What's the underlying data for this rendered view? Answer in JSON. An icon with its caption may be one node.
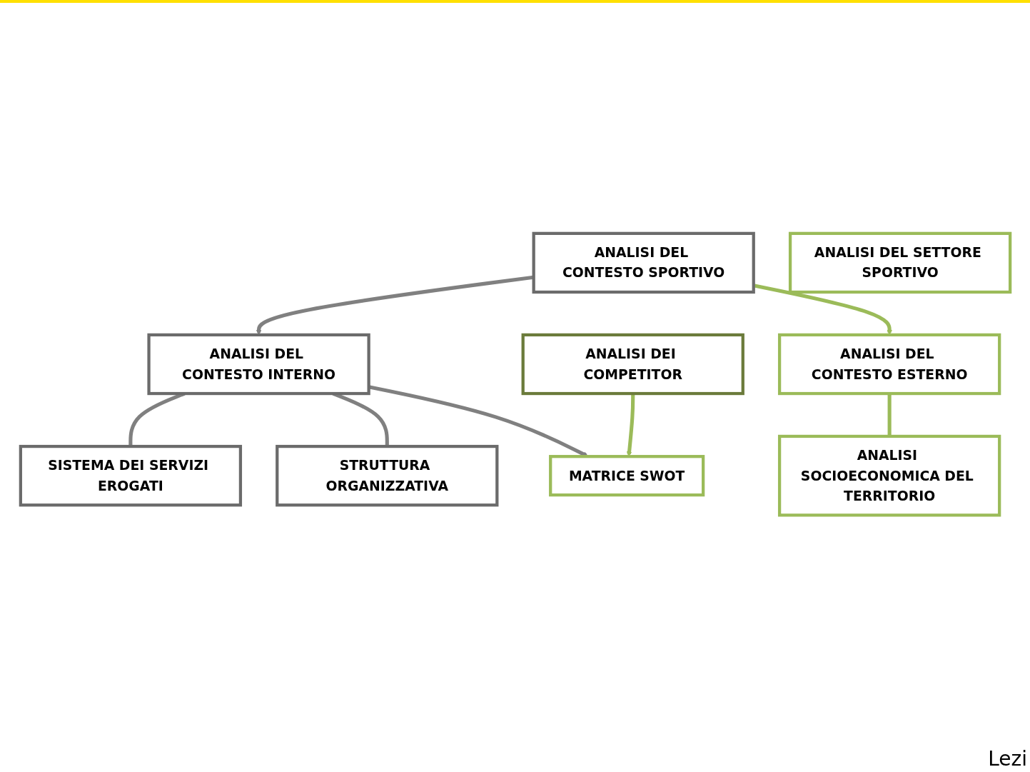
{
  "diagram": {
    "nodes": [
      {
        "text": [
          "ANALISI DEL CONTESTO SPORTIVO"
        ]
      },
      {
        "text": [
          "ANALISI DEL CONTESTO INTERNO"
        ]
      },
      {
        "text": [
          "SISTEMA DEI SERVIZI EROGATI"
        ]
      },
      {
        "text": [
          "STRUTTURA ORGANIZZATIVA"
        ]
      },
      {
        "text": [
          "ANALISI DEL CONTESTO ESTERNO"
        ]
      },
      {
        "text": [
          "ANALISI SOCIOECONOMICA DEL TERRITORIO"
        ]
      },
      {
        "text": [
          "ANALISI DEL SETTORE SPORTIVO"
        ]
      },
      {
        "text": [
          "ANALISI DEI COMPETITOR"
        ]
      },
      {
        "text": [
          "MATRICE SWOT"
        ]
      }
    ],
    "edges": [
      {
        "from": 0,
        "to": 1,
        "arrow": "to"
      },
      {
        "from": 0,
        "to": 4,
        "arrow": "to",
        "color": "#9bbb59"
      },
      {
        "from": 1,
        "to": 2,
        "arrow": "none"
      },
      {
        "from": 1,
        "to": 3,
        "arrow": "none"
      },
      {
        "from": 1,
        "to": 8,
        "arrow": "to"
      },
      {
        "from": 4,
        "to": 5,
        "arrow": "none",
        "color": "#9bbb59"
      },
      {
        "from": 7,
        "to": 8,
        "arrow": "to",
        "color": "#9bbb59"
      }
    ],
    "labels": [
      "Lezi"
    ]
  }
}
